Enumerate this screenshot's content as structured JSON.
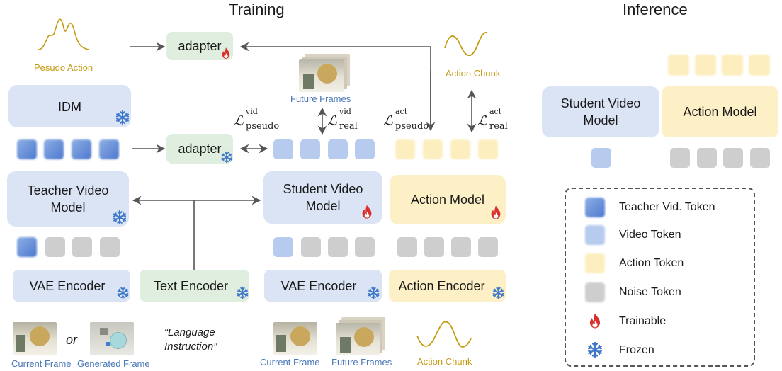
{
  "titles": {
    "training": "Training",
    "inference": "Inference"
  },
  "captions": {
    "pesudo_action": "Pesudo Action",
    "action_chunk_top": "Action Chunk",
    "future_frames_top": "Future Frames",
    "current_frame_left": "Current Frame",
    "or": "or",
    "generated_frame": "Generated Frame",
    "language_instruction_line1": "“Language",
    "language_instruction_line2": "Instruction”",
    "current_frame_mid": "Current Frame",
    "future_frames_bottom": "Future Frames",
    "action_chunk_bottom": "Action Chunk"
  },
  "boxes": {
    "adapter_top": "adapter",
    "adapter_mid": "adapter",
    "idm": "IDM",
    "teacher_line1": "Teacher Video",
    "teacher_line2": "Model",
    "student_line1": "Student Video",
    "student_line2": "Model",
    "action_model": "Action Model",
    "vae_left": "VAE Encoder",
    "text_encoder": "Text Encoder",
    "vae_mid": "VAE Encoder",
    "action_encoder": "Action Encoder",
    "inf_student_line1": "Student Video",
    "inf_student_line2": "Model",
    "inf_action_model": "Action Model"
  },
  "losses": {
    "vid_pseudo": {
      "main": "ℒ",
      "sup": "vid",
      "sub": "pseudo"
    },
    "vid_real": {
      "main": "ℒ",
      "sup": "vid",
      "sub": "real"
    },
    "act_pseudo": {
      "main": "ℒ",
      "sup": "act",
      "sub": "pseudo"
    },
    "act_real": {
      "main": "ℒ",
      "sup": "act",
      "sub": "real"
    }
  },
  "legend": [
    {
      "label": "Teacher Vid. Token",
      "icon": "teacher-token"
    },
    {
      "label": "Video Token",
      "icon": "video-token"
    },
    {
      "label": "Action Token",
      "icon": "action-token"
    },
    {
      "label": "Noise Token",
      "icon": "noise-token"
    },
    {
      "label": "Trainable",
      "icon": "fire-icon"
    },
    {
      "label": "Frozen",
      "icon": "snowflake-icon"
    }
  ],
  "colors": {
    "blue_box": "#dbe4f5",
    "green_box": "#dfeede",
    "yellow_box": "#fdf0c6",
    "teacher_token": "#4c78cf",
    "video_token": "#b7cbee",
    "action_token": "#fdeebf",
    "noise_token": "#cecece",
    "fire": "#d9312b",
    "snow": "#3f77c9",
    "gold_caption": "#c49b10",
    "blue_caption": "#4a78b8"
  }
}
